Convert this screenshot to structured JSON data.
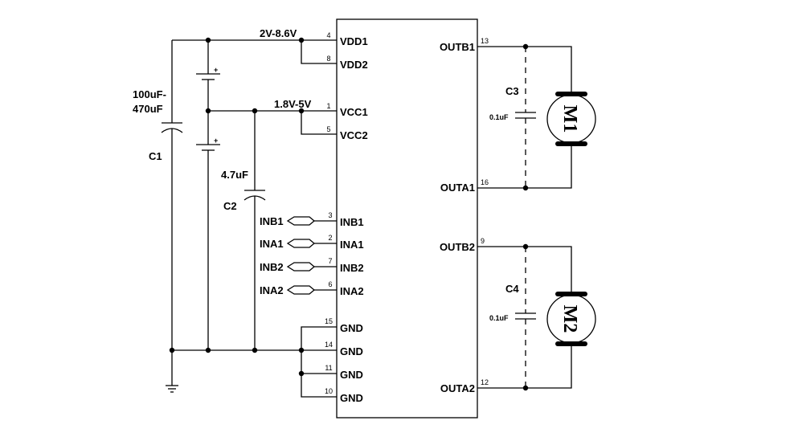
{
  "supply": {
    "vdd_range": "2V-8.6V",
    "vcc_range": "1.8V-5V"
  },
  "capacitors": {
    "c1": {
      "name": "C1",
      "value_line1": "100uF-",
      "value_line2": "470uF"
    },
    "c2": {
      "name": "C2",
      "value": "4.7uF"
    },
    "c3": {
      "name": "C3",
      "value": "0.1uF"
    },
    "c4": {
      "name": "C4",
      "value": "0.1uF"
    },
    "plus": "+"
  },
  "motors": {
    "m1": "M1",
    "m2": "M2"
  },
  "left_pins": [
    {
      "label": "VDD1",
      "num": "4"
    },
    {
      "label": "VDD2",
      "num": "8"
    },
    {
      "label": "VCC1",
      "num": "1"
    },
    {
      "label": "VCC2",
      "num": "5"
    },
    {
      "label": "INB1",
      "num": "3",
      "ext": "INB1"
    },
    {
      "label": "INA1",
      "num": "2",
      "ext": "INA1"
    },
    {
      "label": "INB2",
      "num": "7",
      "ext": "INB2"
    },
    {
      "label": "INA2",
      "num": "6",
      "ext": "INA2"
    },
    {
      "label": "GND",
      "num": "15"
    },
    {
      "label": "GND",
      "num": "14"
    },
    {
      "label": "GND",
      "num": "11"
    },
    {
      "label": "GND",
      "num": "10"
    }
  ],
  "right_pins": [
    {
      "label": "OUTB1",
      "num": "13"
    },
    {
      "label": "OUTA1",
      "num": "16"
    },
    {
      "label": "OUTB2",
      "num": "9"
    },
    {
      "label": "OUTA2",
      "num": "12"
    }
  ]
}
